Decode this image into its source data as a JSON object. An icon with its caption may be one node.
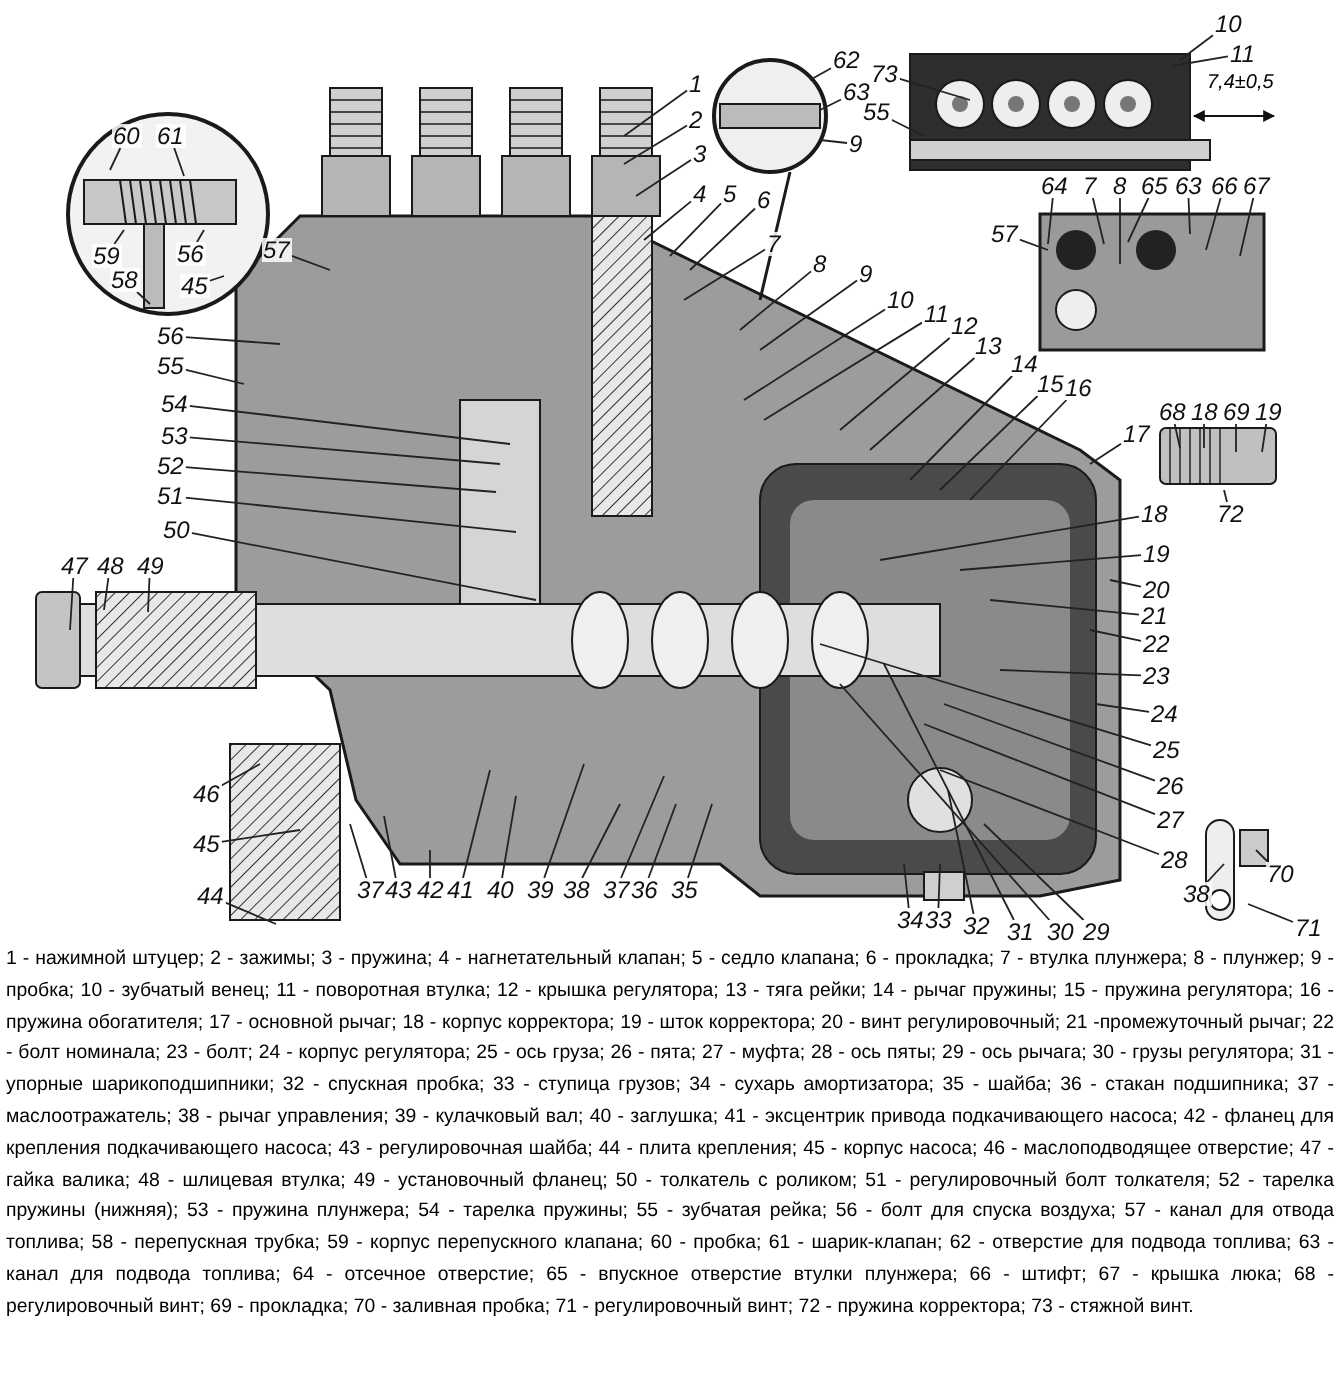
{
  "diagram": {
    "caption": "1 - нажимной штуцер; 2 - зажимы; 3 - пружина; 4 - нагнетательный клапан; 5 - седло клапана; 6 - прокладка; 7 - втулка плунжера; 8 - плунжер; 9 - пробка; 10 - зубчатый венец; 11 - поворотная втулка; 12 - крышка регулятора; 13 - тяга рейки; 14 - рычаг пружины; 15 - пружина регулятора; 16 - пружина обогатителя; 17 - основной рычаг; 18 - корпус корректора; 19 - шток корректора; 20 - винт регулировочный; 21 -промежуточный рычаг; 22 - болт номинала; 23 - болт; 24 - корпус регулятора; 25 - ось груза; 26 - пята; 27 - муфта; 28 - ось пяты; 29 - ось рычага; 30 - грузы регулятора; 31 - упорные шарикоподшипники; 32 - спускная пробка; 33 - ступица грузов; 34 - сухарь амортизатора; 35 - шайба; 36 - стакан подшипника; 37 - маслоотражатель; 38 - рычаг управления; 39 - кулачковый вал; 40 - заглушка; 41 - эксцентрик привода подкачивающего насоса; 42 - фланец для крепления подкачивающего насоса; 43 - регулировочная шайба; 44 - плита крепления; 45 - корпус насоса; 46 - маслоподводящее отверстие; 47 - гайка валика; 48 - шлицевая втулка; 49 - установочный фланец; 50 - толкатель с роликом; 51 - регулировочный болт толкателя; 52 - тарелка пружины (нижняя); 53 - пружина плунжера; 54 - тарелка пружины; 55 - зубчатая рейка; 56 - болт для спуска воздуха; 57 - канал для отвода топлива; 58 - перепускная трубка; 59 - корпус перепускного клапана; 60 - пробка; 61 - шарик-клапан; 62 - отверстие для подвода топлива; 63 - канал для подвода топлива; 64 - отсечное отверстие; 65 - впускное отверстие втулки плунжера; 66 - штифт; 67 - крышка люка; 68 - регулировочный винт; 69 - прокладка; 70 - заливная пробка; 71 - регулировочный винт; 72 - пружина корректора; 73 - стяжной винт.",
    "nodes": [
      {
        "text": [
          "60"
        ]
      },
      {
        "text": [
          "61"
        ]
      },
      {
        "text": [
          "59"
        ]
      },
      {
        "text": [
          "58"
        ]
      },
      {
        "text": [
          "56"
        ]
      },
      {
        "text": [
          "45"
        ]
      },
      {
        "text": [
          "57"
        ]
      },
      {
        "text": [
          "56"
        ]
      },
      {
        "text": [
          "55"
        ]
      },
      {
        "text": [
          "54"
        ]
      },
      {
        "text": [
          "53"
        ]
      },
      {
        "text": [
          "52"
        ]
      },
      {
        "text": [
          "51"
        ]
      },
      {
        "text": [
          "50"
        ]
      },
      {
        "text": [
          "47"
        ]
      },
      {
        "text": [
          "48"
        ]
      },
      {
        "text": [
          "49"
        ]
      },
      {
        "text": [
          "46"
        ]
      },
      {
        "text": [
          "45"
        ]
      },
      {
        "text": [
          "44"
        ]
      },
      {
        "text": [
          "37"
        ]
      },
      {
        "text": [
          "43"
        ]
      },
      {
        "text": [
          "42"
        ]
      },
      {
        "text": [
          "41"
        ]
      },
      {
        "text": [
          "40"
        ]
      },
      {
        "text": [
          "39"
        ]
      },
      {
        "text": [
          "38"
        ]
      },
      {
        "text": [
          "37"
        ]
      },
      {
        "text": [
          "36"
        ]
      },
      {
        "text": [
          "35"
        ]
      },
      {
        "text": [
          "34"
        ]
      },
      {
        "text": [
          "33"
        ]
      },
      {
        "text": [
          "32"
        ]
      },
      {
        "text": [
          "31"
        ]
      },
      {
        "text": [
          "30"
        ]
      },
      {
        "text": [
          "29"
        ]
      },
      {
        "text": [
          "28"
        ]
      },
      {
        "text": [
          "27"
        ]
      },
      {
        "text": [
          "26"
        ]
      },
      {
        "text": [
          "25"
        ]
      },
      {
        "text": [
          "24"
        ]
      },
      {
        "text": [
          "23"
        ]
      },
      {
        "text": [
          "22"
        ]
      },
      {
        "text": [
          "21"
        ]
      },
      {
        "text": [
          "20"
        ]
      },
      {
        "text": [
          "19"
        ]
      },
      {
        "text": [
          "18"
        ]
      },
      {
        "text": [
          "17"
        ]
      },
      {
        "text": [
          "1"
        ]
      },
      {
        "text": [
          "2"
        ]
      },
      {
        "text": [
          "3"
        ]
      },
      {
        "text": [
          "4"
        ]
      },
      {
        "text": [
          "5"
        ]
      },
      {
        "text": [
          "6"
        ]
      },
      {
        "text": [
          "7"
        ]
      },
      {
        "text": [
          "8"
        ]
      },
      {
        "text": [
          "9"
        ]
      },
      {
        "text": [
          "10"
        ]
      },
      {
        "text": [
          "11"
        ]
      },
      {
        "text": [
          "12"
        ]
      },
      {
        "text": [
          "13"
        ]
      },
      {
        "text": [
          "14"
        ]
      },
      {
        "text": [
          "15"
        ]
      },
      {
        "text": [
          "16"
        ]
      },
      {
        "text": [
          "62"
        ]
      },
      {
        "text": [
          "63"
        ]
      },
      {
        "text": [
          "9"
        ]
      },
      {
        "text": [
          "73"
        ]
      },
      {
        "text": [
          "55"
        ]
      },
      {
        "text": [
          "10"
        ]
      },
      {
        "text": [
          "11"
        ]
      },
      {
        "text": [
          "57"
        ]
      },
      {
        "text": [
          "64"
        ]
      },
      {
        "text": [
          "7"
        ]
      },
      {
        "text": [
          "8"
        ]
      },
      {
        "text": [
          "65"
        ]
      },
      {
        "text": [
          "63"
        ]
      },
      {
        "text": [
          "66"
        ]
      },
      {
        "text": [
          "67"
        ]
      },
      {
        "text": [
          "68"
        ]
      },
      {
        "text": [
          "18"
        ]
      },
      {
        "text": [
          "69"
        ]
      },
      {
        "text": [
          "19"
        ]
      },
      {
        "text": [
          "72"
        ]
      },
      {
        "text": [
          "38"
        ]
      },
      {
        "text": [
          "70"
        ]
      },
      {
        "text": [
          "71"
        ]
      }
    ],
    "edges": [
      {
        "from": 0,
        "to": null,
        "arrow": "none"
      },
      {
        "from": 1,
        "to": null,
        "arrow": "none"
      },
      {
        "from": 2,
        "to": null,
        "arrow": "none"
      },
      {
        "from": 3,
        "to": null,
        "arrow": "none"
      },
      {
        "from": 4,
        "to": null,
        "arrow": "none"
      },
      {
        "from": 5,
        "to": null,
        "arrow": "none"
      },
      {
        "from": 6,
        "to": null,
        "arrow": "none"
      },
      {
        "from": 7,
        "to": null,
        "arrow": "none"
      },
      {
        "from": 8,
        "to": null,
        "arrow": "none"
      },
      {
        "from": 9,
        "to": null,
        "arrow": "none"
      },
      {
        "from": 10,
        "to": null,
        "arrow": "none"
      },
      {
        "from": 11,
        "to": null,
        "arrow": "none"
      },
      {
        "from": 12,
        "to": null,
        "arrow": "none"
      },
      {
        "from": 13,
        "to": null,
        "arrow": "none"
      },
      {
        "from": 14,
        "to": null,
        "arrow": "none"
      },
      {
        "from": 15,
        "to": null,
        "arrow": "none"
      },
      {
        "from": 16,
        "to": null,
        "arrow": "none"
      },
      {
        "from": 17,
        "to": null,
        "arrow": "none"
      },
      {
        "from": 18,
        "to": null,
        "arrow": "none"
      },
      {
        "from": 19,
        "to": null,
        "arrow": "none"
      },
      {
        "from": 20,
        "to": null,
        "arrow": "none"
      },
      {
        "from": 21,
        "to": null,
        "arrow": "none"
      },
      {
        "from": 22,
        "to": null,
        "arrow": "none"
      },
      {
        "from": 23,
        "to": null,
        "arrow": "none"
      },
      {
        "from": 24,
        "to": null,
        "arrow": "none"
      },
      {
        "from": 25,
        "to": null,
        "arrow": "none"
      },
      {
        "from": 26,
        "to": null,
        "arrow": "none"
      },
      {
        "from": 27,
        "to": null,
        "arrow": "none"
      },
      {
        "from": 28,
        "to": null,
        "arrow": "none"
      },
      {
        "from": 29,
        "to": null,
        "arrow": "none"
      },
      {
        "from": 30,
        "to": null,
        "arrow": "none"
      },
      {
        "from": 31,
        "to": null,
        "arrow": "none"
      },
      {
        "from": 32,
        "to": null,
        "arrow": "none"
      },
      {
        "from": 33,
        "to": null,
        "arrow": "none"
      },
      {
        "from": 34,
        "to": null,
        "arrow": "none"
      },
      {
        "from": 35,
        "to": null,
        "arrow": "none"
      },
      {
        "from": 36,
        "to": null,
        "arrow": "none"
      },
      {
        "from": 37,
        "to": null,
        "arrow": "none"
      },
      {
        "from": 38,
        "to": null,
        "arrow": "none"
      },
      {
        "from": 39,
        "to": null,
        "arrow": "none"
      },
      {
        "from": 40,
        "to": null,
        "arrow": "none"
      },
      {
        "from": 41,
        "to": null,
        "arrow": "none"
      },
      {
        "from": 42,
        "to": null,
        "arrow": "none"
      },
      {
        "from": 43,
        "to": null,
        "arrow": "none"
      },
      {
        "from": 44,
        "to": null,
        "arrow": "none"
      },
      {
        "from": 45,
        "to": null,
        "arrow": "none"
      },
      {
        "from": 46,
        "to": null,
        "arrow": "none"
      },
      {
        "from": 47,
        "to": null,
        "arrow": "none"
      },
      {
        "from": 48,
        "to": null,
        "arrow": "none"
      },
      {
        "from": 49,
        "to": null,
        "arrow": "none"
      },
      {
        "from": 50,
        "to": null,
        "arrow": "none"
      },
      {
        "from": 51,
        "to": null,
        "arrow": "none"
      },
      {
        "from": 52,
        "to": null,
        "arrow": "none"
      },
      {
        "from": 53,
        "to": null,
        "arrow": "none"
      },
      {
        "from": 54,
        "to": null,
        "arrow": "none"
      },
      {
        "from": 55,
        "to": null,
        "arrow": "none"
      },
      {
        "from": 56,
        "to": null,
        "arrow": "none"
      },
      {
        "from": 57,
        "to": null,
        "arrow": "none"
      },
      {
        "from": 58,
        "to": null,
        "arrow": "none"
      },
      {
        "from": 59,
        "to": null,
        "arrow": "none"
      },
      {
        "from": 60,
        "to": null,
        "arrow": "none"
      },
      {
        "from": 61,
        "to": null,
        "arrow": "none"
      },
      {
        "from": 62,
        "to": null,
        "arrow": "none"
      },
      {
        "from": 63,
        "to": null,
        "arrow": "none"
      },
      {
        "from": 64,
        "to": null,
        "arrow": "none"
      },
      {
        "from": 65,
        "to": null,
        "arrow": "none"
      },
      {
        "from": 66,
        "to": null,
        "arrow": "none"
      },
      {
        "from": 67,
        "to": null,
        "arrow": "none"
      },
      {
        "from": 68,
        "to": null,
        "arrow": "none"
      },
      {
        "from": 69,
        "to": null,
        "arrow": "none"
      },
      {
        "from": 70,
        "to": null,
        "arrow": "none"
      },
      {
        "from": 71,
        "to": null,
        "arrow": "none"
      },
      {
        "from": 72,
        "to": null,
        "arrow": "none"
      },
      {
        "from": 73,
        "to": null,
        "arrow": "none"
      },
      {
        "from": 74,
        "to": null,
        "arrow": "none"
      },
      {
        "from": 75,
        "to": null,
        "arrow": "none"
      },
      {
        "from": 76,
        "to": null,
        "arrow": "none"
      },
      {
        "from": 77,
        "to": null,
        "arrow": "none"
      },
      {
        "from": 78,
        "to": null,
        "arrow": "none"
      },
      {
        "from": 79,
        "to": null,
        "arrow": "none"
      },
      {
        "from": 80,
        "to": null,
        "arrow": "none"
      },
      {
        "from": 81,
        "to": null,
        "arrow": "none"
      },
      {
        "from": 82,
        "to": null,
        "arrow": "none"
      },
      {
        "from": 83,
        "to": null,
        "arrow": "none"
      },
      {
        "from": 84,
        "to": null,
        "arrow": "none"
      },
      {
        "from": 85,
        "to": null,
        "arrow": "none"
      },
      {
        "from": 86,
        "to": null,
        "arrow": "none"
      }
    ],
    "labels": [
      "7,4±0,5"
    ]
  }
}
